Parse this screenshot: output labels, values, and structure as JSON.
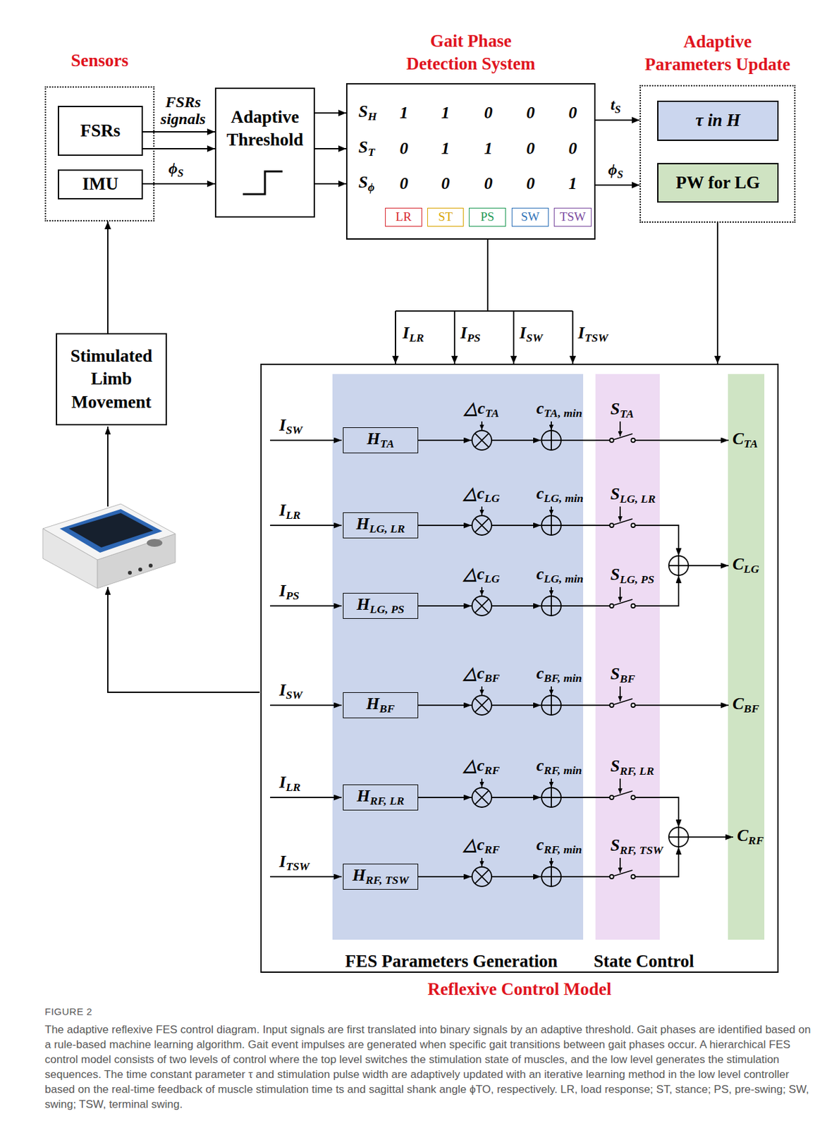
{
  "diagram": {
    "caption": "The adaptive reflexive FES control diagram. Input signals are first translated into binary signals by an adaptive threshold. Gait phases are identified based on a rule-based machine learning algorithm. Gait event impulses are generated when specific gait transitions between gait phases occur. A hierarchical FES control model consists of two levels of control where the top level switches the stimulation state of muscles, and the low level generates the stimulation sequences. The time constant parameter τ and stimulation pulse width are adaptively updated with an iterative learning method in the low level controller based on the real-time feedback of muscle stimulation time ts and sagittal shank angle ϕTO, respectively. LR, load response; ST, stance; PS, pre-swing; SW, swing; TSW, terminal swing.",
    "nodes": [
      {
        "text": [
          "Sensors"
        ]
      },
      {
        "text": [
          "FSRs"
        ],
        "in": 0
      },
      {
        "text": [
          "IMU"
        ],
        "in": 0
      },
      {
        "text": [
          "Adaptive Threshold"
        ]
      },
      {
        "text": [
          "Gait Phase Detection System"
        ]
      },
      {
        "text": [
          "LR"
        ],
        "in": 4
      },
      {
        "text": [
          "ST"
        ],
        "in": 4
      },
      {
        "text": [
          "PS"
        ],
        "in": 4
      },
      {
        "text": [
          "SW"
        ],
        "in": 4
      },
      {
        "text": [
          "TSW"
        ],
        "in": 4
      },
      {
        "text": [
          "Adaptive Parameters Update"
        ]
      },
      {
        "text": [
          "τ in H"
        ],
        "in": 10
      },
      {
        "text": [
          "PW for LG"
        ],
        "in": 10
      },
      {
        "text": [
          "Stimulated Limb Movement"
        ]
      },
      {
        "text": [
          "Reflexive Control Model"
        ]
      },
      {
        "text": [
          "FES Parameters Generation"
        ],
        "in": 14
      },
      {
        "text": [
          "HTA"
        ],
        "in": 15
      },
      {
        "text": [
          "HLG, LR"
        ],
        "in": 15
      },
      {
        "text": [
          "HLG, PS"
        ],
        "in": 15
      },
      {
        "text": [
          "HBF"
        ],
        "in": 15
      },
      {
        "text": [
          "HRF, LR"
        ],
        "in": 15
      },
      {
        "text": [
          "HRF, TSW"
        ],
        "in": 15
      },
      {
        "text": [
          "State Control"
        ],
        "in": 14
      }
    ],
    "edges": [
      {
        "from": 1,
        "to": 3,
        "label": "FSRs signals",
        "arrow": "to"
      },
      {
        "from": 1,
        "to": 3,
        "arrow": "to"
      },
      {
        "from": 2,
        "to": 3,
        "label": "ϕS",
        "arrow": "to"
      },
      {
        "from": 3,
        "to": 4,
        "arrow": "to"
      },
      {
        "from": 3,
        "to": 4,
        "arrow": "to"
      },
      {
        "from": 3,
        "to": 4,
        "arrow": "to"
      },
      {
        "from": 4,
        "to": 10,
        "label": "tS",
        "arrow": "to"
      },
      {
        "from": 4,
        "to": 10,
        "label": "ϕS",
        "arrow": "to"
      },
      {
        "from": 4,
        "to": 14,
        "arrow": "to"
      },
      {
        "from": 10,
        "to": 14,
        "arrow": "to"
      },
      {
        "from": 13,
        "to": 0,
        "arrow": "to"
      }
    ],
    "labels": [
      "SH",
      "1",
      "1",
      "0",
      "0",
      "0",
      "ST",
      "0",
      "1",
      "1",
      "0",
      "0",
      "Sϕ",
      "0",
      "0",
      "0",
      "0",
      "1",
      "ILR",
      "IPS",
      "ISW",
      "ITSW",
      "ISW",
      "△cTA",
      "cTA, min",
      "STA",
      "ILR",
      "△cLG",
      "cLG, min",
      "SLG, LR",
      "IPS",
      "△cLG",
      "cLG, min",
      "SLG, PS",
      "ISW",
      "△cBF",
      "cBF, min",
      "SBF",
      "ILR",
      "△cRF",
      "cRF, min",
      "SRF, LR",
      "ITSW",
      "△cRF",
      "cRF, min",
      "SRF, TSW",
      "CTA",
      "CLG",
      "CBF",
      "CRF",
      "FIGURE 2"
    ]
  }
}
